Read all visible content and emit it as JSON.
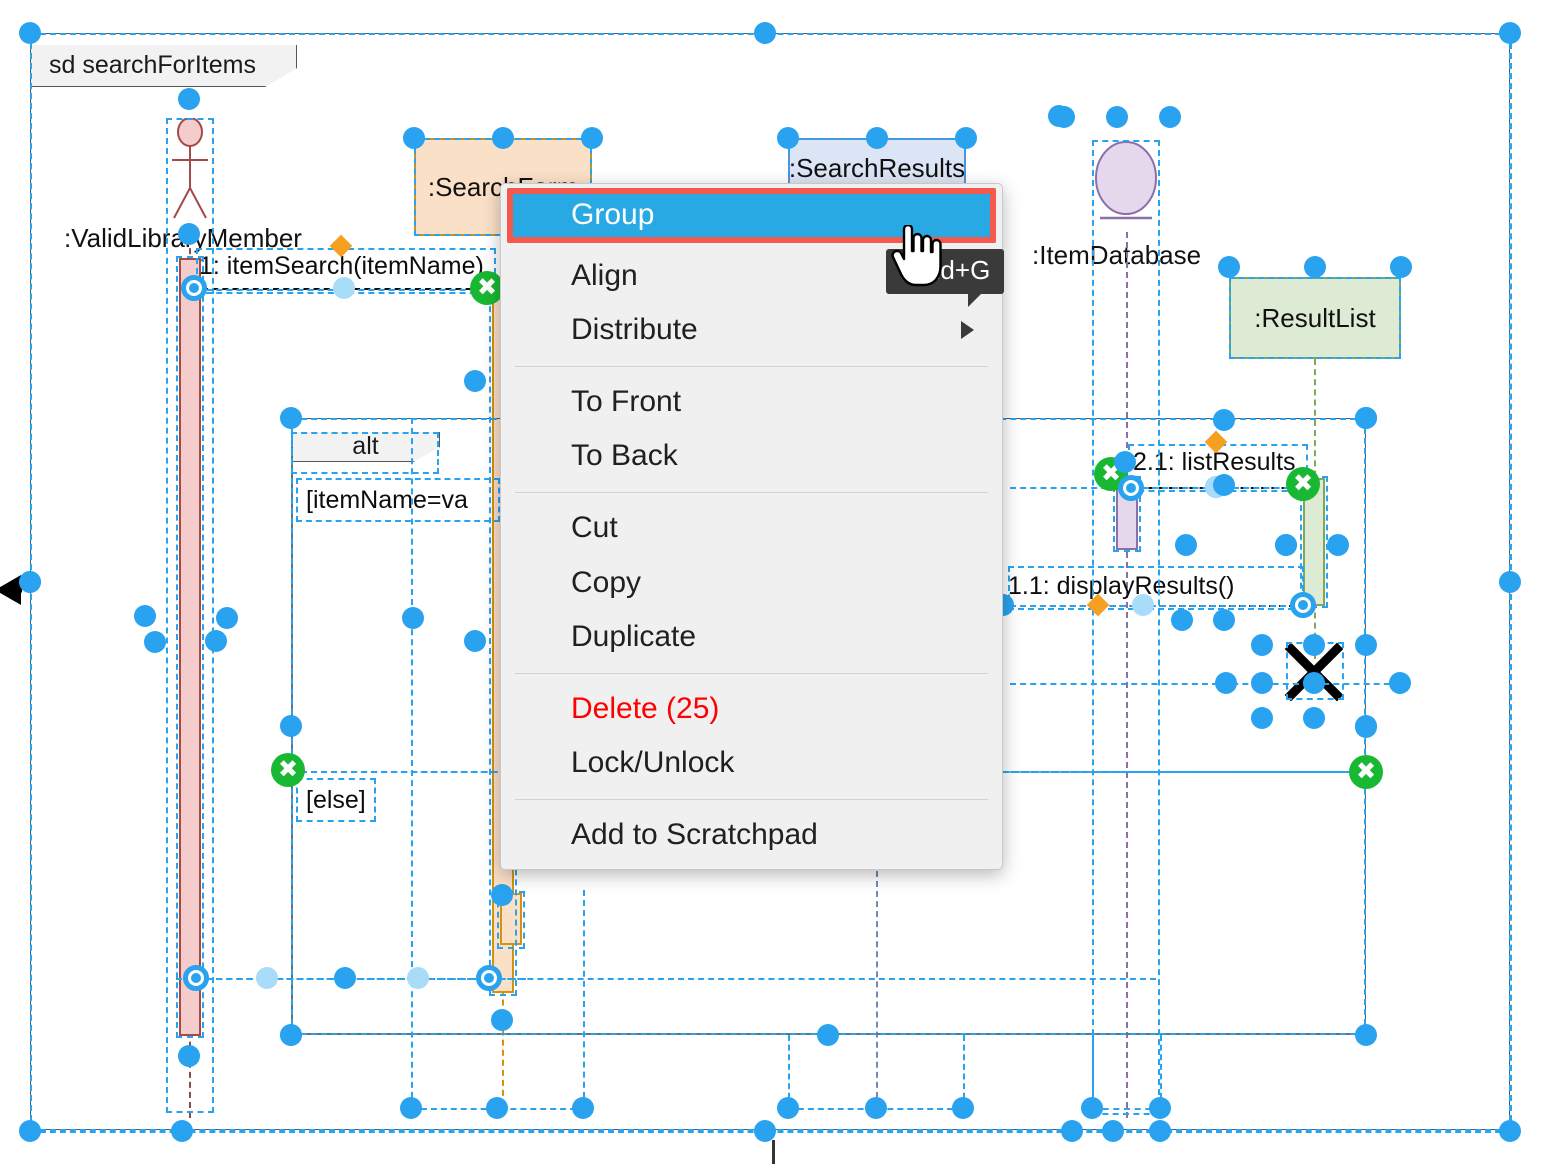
{
  "diagram": {
    "frame_label": "sd searchForItems",
    "fragment_label": "alt",
    "guard_then": "[itemName=va",
    "guard_else": "[else]",
    "lifelines": [
      {
        "name": ":ValidLibraryMember",
        "type": "actor",
        "fill": "#F5CCCC",
        "stroke": "#A34A4A"
      },
      {
        "name": ":SearchForm",
        "type": "boundary-box",
        "fill": "#FBE0C8",
        "stroke": "#D4920F"
      },
      {
        "name": ":SearchResults",
        "type": "box",
        "fill": "#DCE5F5",
        "stroke": "#7089BE"
      },
      {
        "name": ":ItemDatabase",
        "type": "entity",
        "fill": "#E6D8EC",
        "stroke": "#8B6FA8"
      },
      {
        "name": ":ResultList",
        "type": "box",
        "fill": "#DDEBD4",
        "stroke": "#7FA85A"
      }
    ],
    "messages": [
      {
        "id": "1",
        "label": "1: itemSearch(itemName)"
      },
      {
        "id": "2.1",
        "label": "2.1: listResults"
      },
      {
        "id": "1.1",
        "label": "1.1: displayResults()"
      }
    ]
  },
  "context_menu": {
    "items": [
      {
        "label": "Group",
        "state": "highlighted",
        "submenu": false
      },
      {
        "label": "Align",
        "state": "normal",
        "submenu": true
      },
      {
        "label": "Distribute",
        "state": "normal",
        "submenu": true
      },
      {
        "label": "To Front",
        "state": "normal",
        "submenu": false
      },
      {
        "label": "To Back",
        "state": "normal",
        "submenu": false
      },
      {
        "label": "Cut",
        "state": "normal",
        "submenu": false
      },
      {
        "label": "Copy",
        "state": "normal",
        "submenu": false
      },
      {
        "label": "Duplicate",
        "state": "normal",
        "submenu": false
      },
      {
        "label": "Delete (25)",
        "state": "danger",
        "submenu": false
      },
      {
        "label": "Lock/Unlock",
        "state": "normal",
        "submenu": false
      },
      {
        "label": "Add to Scratchpad",
        "state": "normal",
        "submenu": false
      }
    ]
  },
  "tooltip": {
    "text": "Cmd+G"
  },
  "colors": {
    "selection": "#29A3EF",
    "highlight": "#29A9E4",
    "highlight_outline": "#F4594E",
    "danger": "#FF0000",
    "green_marker": "#19B832",
    "orange_marker": "#F5A020"
  }
}
